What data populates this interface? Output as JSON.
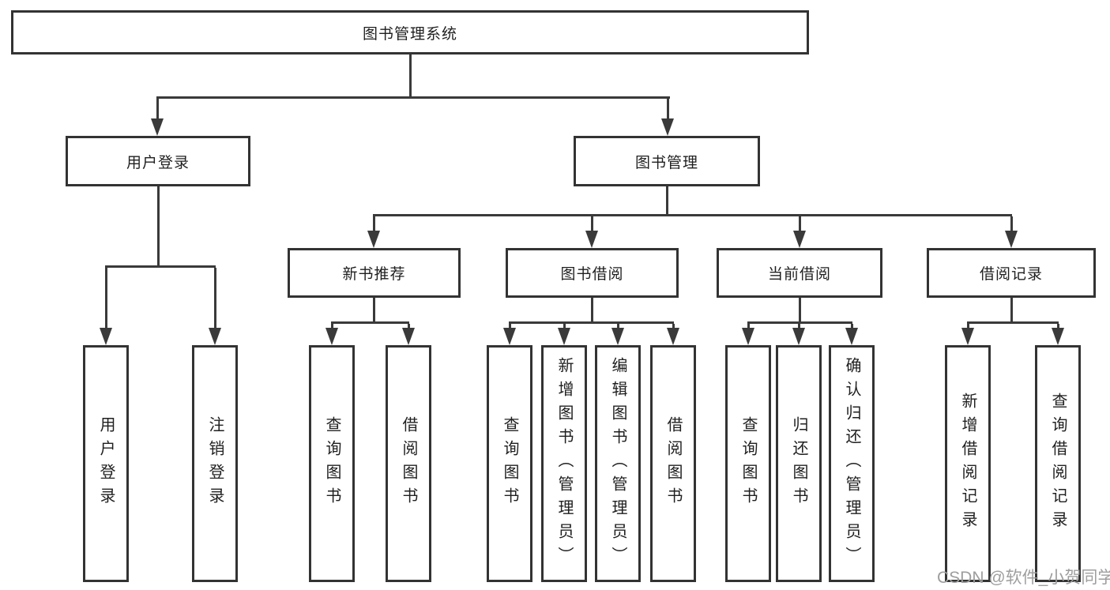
{
  "diagram": {
    "tree": {
      "label": "图书管理系统",
      "children": [
        {
          "label": "用户登录",
          "children": [
            {
              "label": "用户登录"
            },
            {
              "label": "注销登录"
            }
          ]
        },
        {
          "label": "图书管理",
          "children": [
            {
              "label": "新书推荐",
              "children": [
                {
                  "label": "查询图书"
                },
                {
                  "label": "借阅图书"
                }
              ]
            },
            {
              "label": "图书借阅",
              "children": [
                {
                  "label": "查询图书"
                },
                {
                  "label": "新增图书（管理员）"
                },
                {
                  "label": "编辑图书（管理员）"
                },
                {
                  "label": "借阅图书"
                }
              ]
            },
            {
              "label": "当前借阅",
              "children": [
                {
                  "label": "查询图书"
                },
                {
                  "label": "归还图书"
                },
                {
                  "label": "确认归还（管理员）"
                }
              ]
            },
            {
              "label": "借阅记录",
              "children": [
                {
                  "label": "新增借阅记录"
                },
                {
                  "label": "查询借阅记录"
                }
              ]
            }
          ]
        }
      ]
    }
  },
  "watermark": {
    "text": "CSDN @软件_小贺同学"
  },
  "colors": {
    "line": "#3a3a3a",
    "border": "#333333",
    "text": "#1f1f1f",
    "watermark": "#9e9e9e",
    "background": "#ffffff"
  }
}
